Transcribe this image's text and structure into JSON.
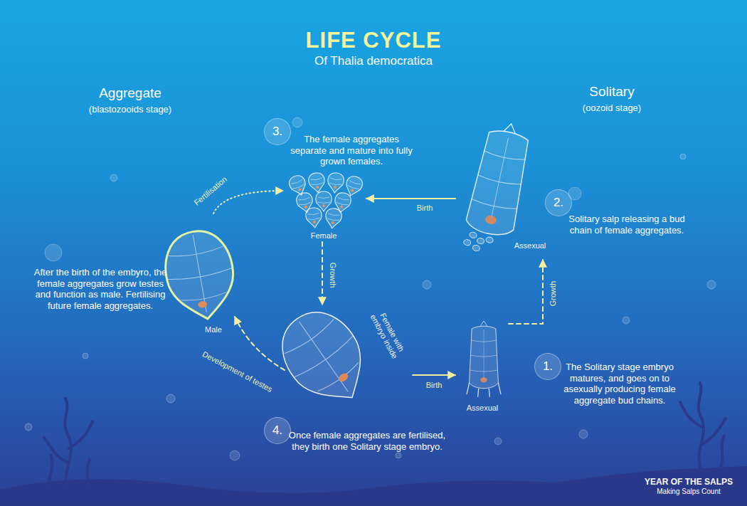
{
  "diagram": {
    "title": "LIFE CYCLE",
    "nodes": [
      {
        "text": [
          "3.",
          "The female aggregates separate and mature into fully grown females."
        ]
      },
      {
        "text": [
          "Female"
        ]
      },
      {
        "text": [
          "2.",
          "Solitary salp releasing a bud chain of female aggregates."
        ]
      },
      {
        "text": [
          "Assexual"
        ]
      },
      {
        "text": [
          "Male"
        ]
      },
      {
        "text": [
          "Female with embryo inside"
        ]
      },
      {
        "text": [
          "Assexual"
        ]
      },
      {
        "text": [
          "1.",
          "The Solitary stage embryo matures, and goes on to asexually producing female aggregate bud chains."
        ]
      },
      {
        "text": [
          "4.",
          "Once female aggregates are fertilised, they birth one Solitary stage embryo."
        ]
      }
    ],
    "edges": [
      {
        "from": 3,
        "to": 1,
        "label": "Birth",
        "arrow": "to"
      },
      {
        "from": 1,
        "to": 5,
        "label": "Growth",
        "arrow": "to"
      },
      {
        "from": 5,
        "to": 6,
        "label": "Birth",
        "arrow": "to"
      },
      {
        "from": 6,
        "to": 3,
        "label": "Growth",
        "arrow": "to"
      },
      {
        "from": 5,
        "to": 4,
        "label": "Development of testes",
        "arrow": "to"
      },
      {
        "from": 4,
        "to": 1,
        "label": "Fertilisation",
        "arrow": "to"
      }
    ],
    "labels": [
      "Of Thalia democratica",
      "Aggregate",
      "(blastozooids stage)",
      "Solitary",
      "(oozoid stage)",
      "After the birth of the embyro, the female aggregates grow testes and function as male. Fertilising future female aggregates.",
      "YEAR OF THE SALPS",
      "Making Salps Count"
    ]
  }
}
